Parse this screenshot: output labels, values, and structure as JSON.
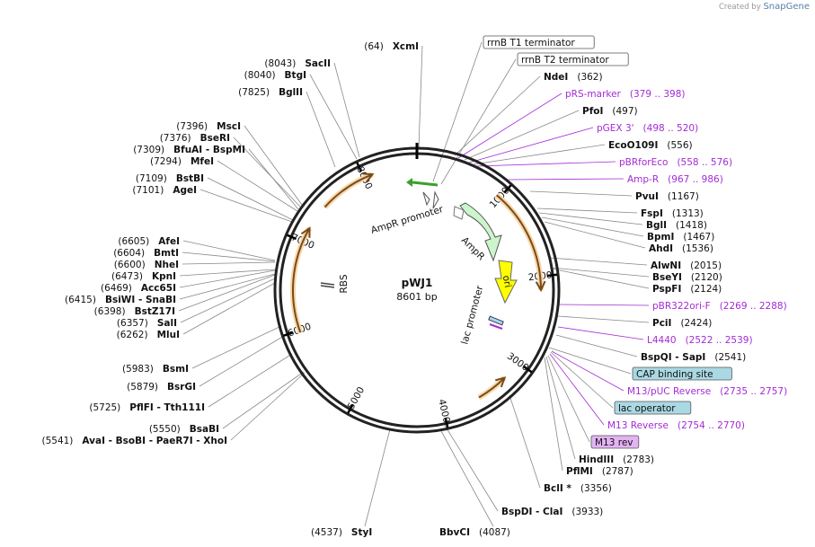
{
  "credit": {
    "prefix": "Created by",
    "brand": "SnapGene"
  },
  "plasmid": {
    "name": "pWJ1",
    "size": "8601 bp"
  },
  "ticks": [
    "1000",
    "2000",
    "3000",
    "4000",
    "5000",
    "6000",
    "7000",
    "8000"
  ],
  "inner_labels": [
    "AmpR promoter",
    "AmpR",
    "ori",
    "lac promoter",
    "RBS"
  ],
  "right_labels": [
    {
      "name": "rrnB T1 terminator",
      "pos": "",
      "style": "box"
    },
    {
      "name": "rrnB T2 terminator",
      "pos": "",
      "style": "box"
    },
    {
      "name": "NdeI",
      "pos": "(362)",
      "style": "enzyme"
    },
    {
      "name": "pRS-marker",
      "pos": "(379 .. 398)",
      "style": "primer"
    },
    {
      "name": "PfoI",
      "pos": "(497)",
      "style": "enzyme"
    },
    {
      "name": "pGEX 3'",
      "pos": "(498 .. 520)",
      "style": "primer"
    },
    {
      "name": "EcoO109I",
      "pos": "(556)",
      "style": "enzyme"
    },
    {
      "name": "pBRforEco",
      "pos": "(558 .. 576)",
      "style": "primer"
    },
    {
      "name": "Amp-R",
      "pos": "(967 .. 986)",
      "style": "primer"
    },
    {
      "name": "PvuI",
      "pos": "(1167)",
      "style": "enzyme"
    },
    {
      "name": "FspI",
      "pos": "(1313)",
      "style": "enzyme"
    },
    {
      "name": "BglI",
      "pos": "(1418)",
      "style": "enzyme"
    },
    {
      "name": "BpmI",
      "pos": "(1467)",
      "style": "enzyme"
    },
    {
      "name": "AhdI",
      "pos": "(1536)",
      "style": "enzyme"
    },
    {
      "name": "AlwNI",
      "pos": "(2015)",
      "style": "enzyme"
    },
    {
      "name": "BseYI",
      "pos": "(2120)",
      "style": "enzyme"
    },
    {
      "name": "PspFI",
      "pos": "(2124)",
      "style": "enzyme"
    },
    {
      "name": "pBR322ori-F",
      "pos": "(2269 .. 2288)",
      "style": "primer"
    },
    {
      "name": "PciI",
      "pos": "(2424)",
      "style": "enzyme"
    },
    {
      "name": "L4440",
      "pos": "(2522 .. 2539)",
      "style": "primer"
    },
    {
      "name": "BspQI  -  SapI",
      "pos": "(2541)",
      "style": "enzyme"
    },
    {
      "name": "CAP binding site",
      "pos": "",
      "style": "feature-teal"
    },
    {
      "name": "M13/pUC Reverse",
      "pos": "(2735 .. 2757)",
      "style": "primer"
    },
    {
      "name": "lac operator",
      "pos": "",
      "style": "feature-teal"
    },
    {
      "name": "M13 Reverse",
      "pos": "(2754 .. 2770)",
      "style": "primer"
    },
    {
      "name": "M13 rev",
      "pos": "",
      "style": "feature-purple"
    },
    {
      "name": "HindIII",
      "pos": "(2783)",
      "style": "enzyme"
    },
    {
      "name": "PflMI",
      "pos": "(2787)",
      "style": "enzyme"
    },
    {
      "name": "BclI *",
      "pos": "(3356)",
      "style": "enzyme"
    },
    {
      "name": "BspDI  -  ClaI",
      "pos": "(3933)",
      "style": "enzyme"
    }
  ],
  "bottom_labels": [
    {
      "name": "StyI",
      "pos": "(4537)"
    },
    {
      "name": "BbvCI",
      "pos": "(4087)"
    }
  ],
  "left_labels": [
    {
      "name": "XcmI",
      "pos": "(64)"
    },
    {
      "name": "SacII",
      "pos": "(8043)"
    },
    {
      "name": "BtgI",
      "pos": "(8040)"
    },
    {
      "name": "BglII",
      "pos": "(7825)"
    },
    {
      "name": "MscI",
      "pos": "(7396)"
    },
    {
      "name": "BseRI",
      "pos": "(7376)"
    },
    {
      "name": "BfuAI  -  BspMI",
      "pos": "(7309)"
    },
    {
      "name": "MfeI",
      "pos": "(7294)"
    },
    {
      "name": "BstBI",
      "pos": "(7109)"
    },
    {
      "name": "AgeI",
      "pos": "(7101)"
    },
    {
      "name": "AfeI",
      "pos": "(6605)"
    },
    {
      "name": "BmtI",
      "pos": "(6604)"
    },
    {
      "name": "NheI",
      "pos": "(6600)"
    },
    {
      "name": "KpnI",
      "pos": "(6473)"
    },
    {
      "name": "Acc65I",
      "pos": "(6469)"
    },
    {
      "name": "BsiWI  -  SnaBI",
      "pos": "(6415)"
    },
    {
      "name": "BstZ17I",
      "pos": "(6398)"
    },
    {
      "name": "SalI",
      "pos": "(6357)"
    },
    {
      "name": "MluI",
      "pos": "(6262)"
    },
    {
      "name": "BsmI",
      "pos": "(5983)"
    },
    {
      "name": "BsrGI",
      "pos": "(5879)"
    },
    {
      "name": "PflFI  -  Tth111I",
      "pos": "(5725)"
    },
    {
      "name": "BsaBI",
      "pos": "(5550)"
    },
    {
      "name": "AvaI  -  BsoBI  -  PaeR7I  -  XhoI",
      "pos": "(5541)"
    }
  ],
  "colors": {
    "primer": "#a32bd4",
    "feature_teal": "#aad8e3",
    "feature_purple": "#e3b3f3",
    "ampR": "#ccf5cc",
    "ori": "#ffff00",
    "arc_orange": "#f6d7a7",
    "arc_core": "#7a4a1a",
    "green_arrow": "#3aa12a"
  }
}
